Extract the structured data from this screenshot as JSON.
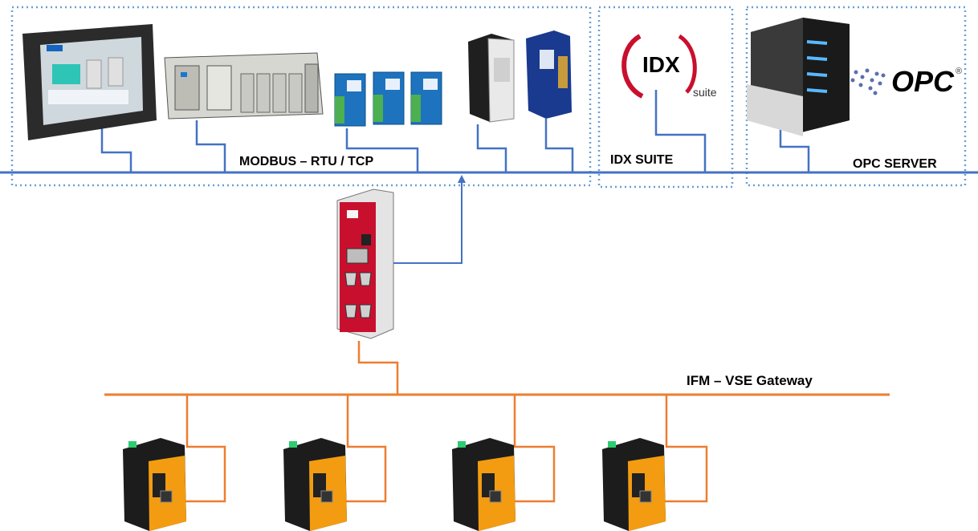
{
  "labels": {
    "modbus": "MODBUS – RTU / TCP",
    "idx_suite": "IDX SUITE",
    "opc_server": "OPC SERVER",
    "ifm_gateway": "IFM – VSE Gateway"
  },
  "logos": {
    "idx_text": "IDX",
    "idx_sub": "suite",
    "opc_text": "OPC",
    "opc_mark": "®"
  },
  "colors": {
    "blue_bus": "#4472c4",
    "orange_bus": "#ed7d31",
    "dotted_border": "#6a9fd4",
    "gateway_red": "#c8102e",
    "vse_orange": "#f39c12"
  }
}
